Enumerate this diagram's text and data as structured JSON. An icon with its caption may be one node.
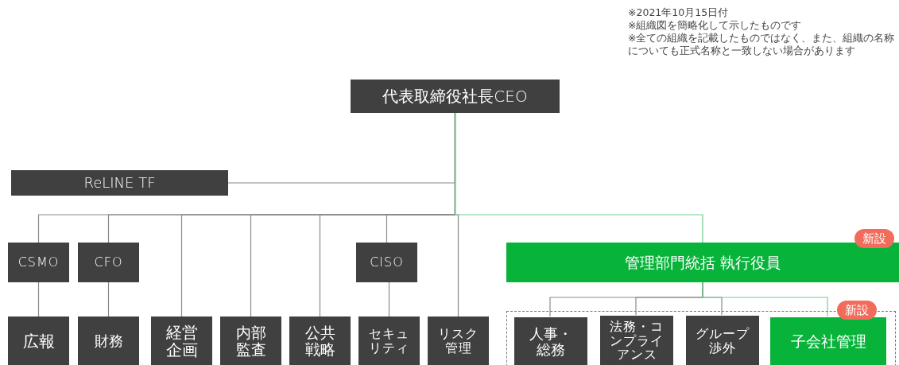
{
  "diagram": {
    "nodes": [
      {
        "text": [
          "代表取締役社長CEO"
        ]
      },
      {
        "text": [
          "ReLINE TF"
        ]
      },
      {
        "text": [
          "CSMO"
        ]
      },
      {
        "text": [
          "CFO"
        ]
      },
      {
        "text": [
          "CISO"
        ]
      },
      {
        "text": [
          "管理部門統括 執行役員"
        ],
        "beside": [
          "新設"
        ]
      },
      {
        "text": [],
        "shape": "box"
      },
      {
        "text": [
          "広報"
        ]
      },
      {
        "text": [
          "財務"
        ]
      },
      {
        "text": [
          "経営企画"
        ]
      },
      {
        "text": [
          "内部監査"
        ]
      },
      {
        "text": [
          "公共戦略"
        ]
      },
      {
        "text": [
          "セキュリティ"
        ]
      },
      {
        "text": [
          "リスク管理"
        ]
      },
      {
        "text": [
          "人事・総務"
        ],
        "in": 6
      },
      {
        "text": [
          "法務・コンプライアンス"
        ],
        "in": 6
      },
      {
        "text": [
          "グループ渉外"
        ],
        "in": 6
      },
      {
        "text": [
          "子会社管理"
        ],
        "in": 6,
        "beside": [
          "新設"
        ]
      }
    ],
    "edges": [
      {
        "from": 0,
        "to": 1,
        "arrow": "none"
      },
      {
        "from": 0,
        "to": 2,
        "arrow": "none"
      },
      {
        "from": 0,
        "to": 3,
        "arrow": "none"
      },
      {
        "from": 0,
        "to": 9,
        "arrow": "none"
      },
      {
        "from": 0,
        "to": 10,
        "arrow": "none"
      },
      {
        "from": 0,
        "to": 11,
        "arrow": "none"
      },
      {
        "from": 0,
        "to": 4,
        "arrow": "none"
      },
      {
        "from": 0,
        "to": 13,
        "arrow": "none"
      },
      {
        "from": 0,
        "to": 5,
        "arrow": "none",
        "color": "#6fcf8f"
      },
      {
        "from": 2,
        "to": 7,
        "arrow": "none"
      },
      {
        "from": 3,
        "to": 8,
        "arrow": "none"
      },
      {
        "from": 4,
        "to": 12,
        "arrow": "none"
      },
      {
        "from": 5,
        "to": 14,
        "arrow": "none"
      },
      {
        "from": 5,
        "to": 15,
        "arrow": "none"
      },
      {
        "from": 5,
        "to": 16,
        "arrow": "none"
      },
      {
        "from": 5,
        "to": 17,
        "arrow": "none",
        "color": "#6fcf8f"
      }
    ],
    "labels": [
      "※2021年10月15日付",
      "※組織図を簡略化して示したものです",
      "※全ての組織を記載したものではなく、また、組織の名称についても正式名称と一致しない場合があります"
    ]
  }
}
